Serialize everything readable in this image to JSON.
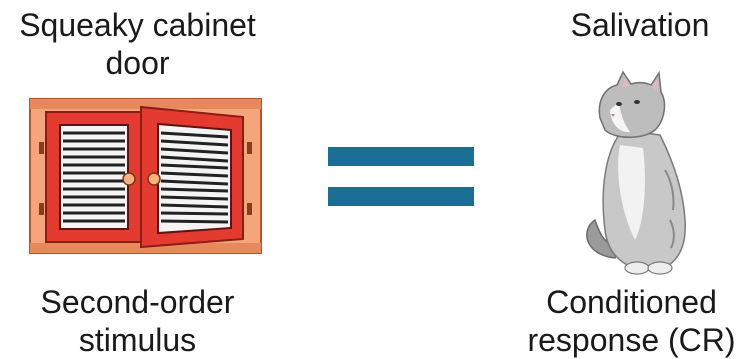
{
  "stimulus": {
    "title_lines": [
      "Squeaky cabinet",
      "door"
    ],
    "caption_lines": [
      "Second-order",
      "stimulus"
    ]
  },
  "response": {
    "title_lines": [
      "Salivation"
    ],
    "caption_lines": [
      "Conditioned",
      "response (CR)"
    ]
  },
  "colors": {
    "equals_sign": "#1a6e96",
    "cabinet_frame": "#f4a67a",
    "cabinet_door": "#e53a2f",
    "cat_fur": "#c8c8c8"
  },
  "icons": {
    "left": "cabinet-icon",
    "center": "equals-icon",
    "right": "cat-icon"
  }
}
